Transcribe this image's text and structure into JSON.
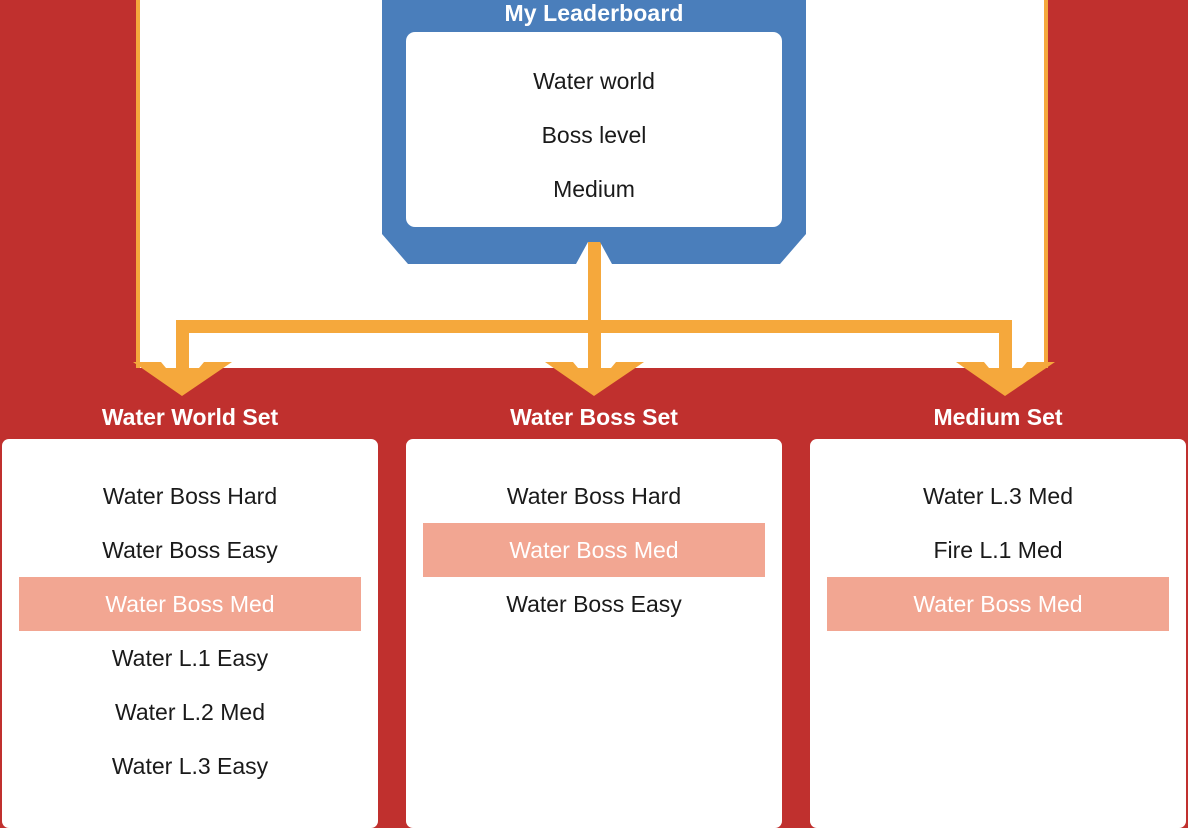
{
  "colors": {
    "background_red": "#c0302e",
    "panel_white": "#ffffff",
    "connector_orange": "#f5a83c",
    "card_blue": "#4a7ebb",
    "highlight_salmon": "#f2a692",
    "highlight_text": "#ffffff",
    "text_dark": "#1a1a1a"
  },
  "source_card": {
    "title": "My Leaderboard",
    "lines": [
      "Water world",
      "Boss level",
      "Medium"
    ]
  },
  "connector": {
    "icon": "fan-out-arrows-icon",
    "branch_count": 3,
    "arrow_direction": "down"
  },
  "sets": [
    {
      "title": "Water World Set",
      "items": [
        {
          "label": "Water Boss Hard",
          "highlighted": false
        },
        {
          "label": "Water Boss Easy",
          "highlighted": false
        },
        {
          "label": "Water Boss Med",
          "highlighted": true
        },
        {
          "label": "Water L.1 Easy",
          "highlighted": false
        },
        {
          "label": "Water L.2 Med",
          "highlighted": false
        },
        {
          "label": "Water L.3 Easy",
          "highlighted": false
        }
      ]
    },
    {
      "title": "Water Boss Set",
      "items": [
        {
          "label": "Water Boss Hard",
          "highlighted": false
        },
        {
          "label": "Water Boss Med",
          "highlighted": true
        },
        {
          "label": "Water Boss Easy",
          "highlighted": false
        }
      ]
    },
    {
      "title": "Medium Set",
      "items": [
        {
          "label": "Water L.3 Med",
          "highlighted": false
        },
        {
          "label": "Fire L.1 Med",
          "highlighted": false
        },
        {
          "label": "Water Boss Med",
          "highlighted": true
        }
      ]
    }
  ]
}
